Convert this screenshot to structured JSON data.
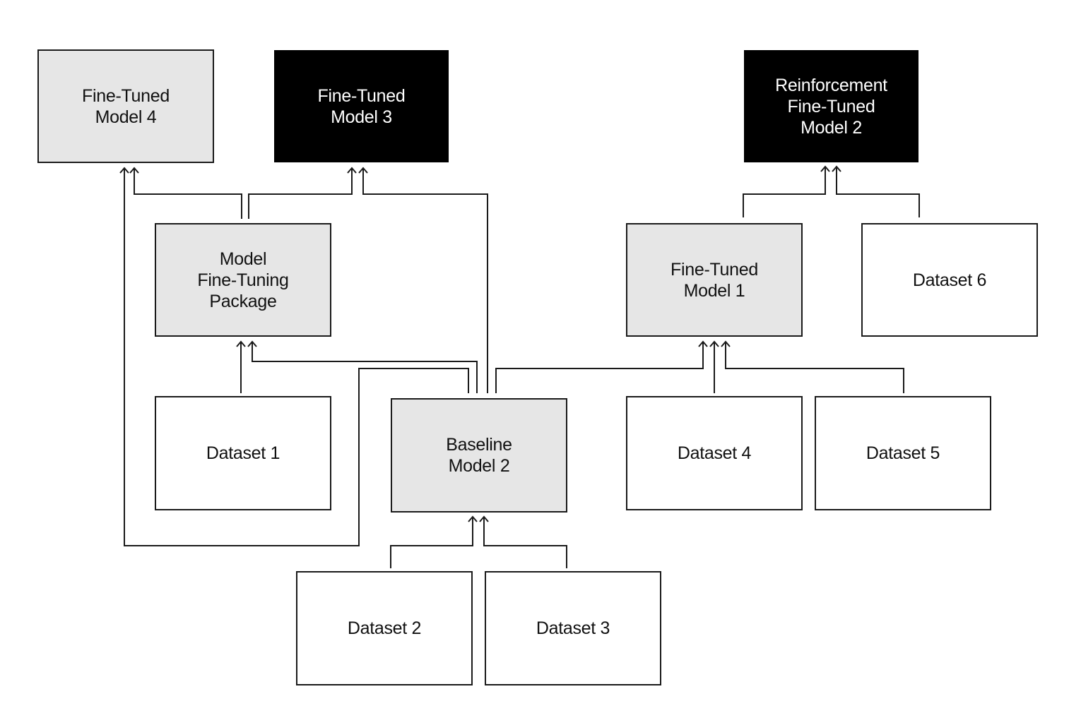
{
  "colors": {
    "white": "#ffffff",
    "gray": "#e6e6e6",
    "black": "#000000",
    "line": "#1a1a1a"
  },
  "nodes": {
    "fine_tuned_model_4": {
      "label": "Fine-Tuned\nModel 4",
      "fill": "gray"
    },
    "fine_tuned_model_3": {
      "label": "Fine-Tuned\nModel 3",
      "fill": "black"
    },
    "reinforcement_fine_tuned_model_2": {
      "label": "Reinforcement\nFine-Tuned\nModel 2",
      "fill": "black"
    },
    "model_fine_tuning_package": {
      "label": "Model\nFine-Tuning\nPackage",
      "fill": "gray"
    },
    "fine_tuned_model_1": {
      "label": "Fine-Tuned\nModel 1",
      "fill": "gray"
    },
    "dataset_6": {
      "label": "Dataset 6",
      "fill": "white"
    },
    "dataset_1": {
      "label": "Dataset 1",
      "fill": "white"
    },
    "baseline_model_2": {
      "label": "Baseline\nModel 2",
      "fill": "gray"
    },
    "dataset_4": {
      "label": "Dataset 4",
      "fill": "white"
    },
    "dataset_5": {
      "label": "Dataset 5",
      "fill": "white"
    },
    "dataset_2": {
      "label": "Dataset 2",
      "fill": "white"
    },
    "dataset_3": {
      "label": "Dataset 3",
      "fill": "white"
    }
  },
  "edges": [
    {
      "from": "model_fine_tuning_package",
      "to": "fine_tuned_model_4"
    },
    {
      "from": "baseline_model_2",
      "to": "fine_tuned_model_4"
    },
    {
      "from": "model_fine_tuning_package",
      "to": "fine_tuned_model_3"
    },
    {
      "from": "baseline_model_2",
      "to": "fine_tuned_model_3"
    },
    {
      "from": "fine_tuned_model_1",
      "to": "reinforcement_fine_tuned_model_2"
    },
    {
      "from": "dataset_6",
      "to": "reinforcement_fine_tuned_model_2"
    },
    {
      "from": "dataset_1",
      "to": "model_fine_tuning_package"
    },
    {
      "from": "baseline_model_2",
      "to": "model_fine_tuning_package"
    },
    {
      "from": "baseline_model_2",
      "to": "fine_tuned_model_1"
    },
    {
      "from": "dataset_4",
      "to": "fine_tuned_model_1"
    },
    {
      "from": "dataset_5",
      "to": "fine_tuned_model_1"
    },
    {
      "from": "dataset_2",
      "to": "baseline_model_2"
    },
    {
      "from": "dataset_3",
      "to": "baseline_model_2"
    }
  ]
}
